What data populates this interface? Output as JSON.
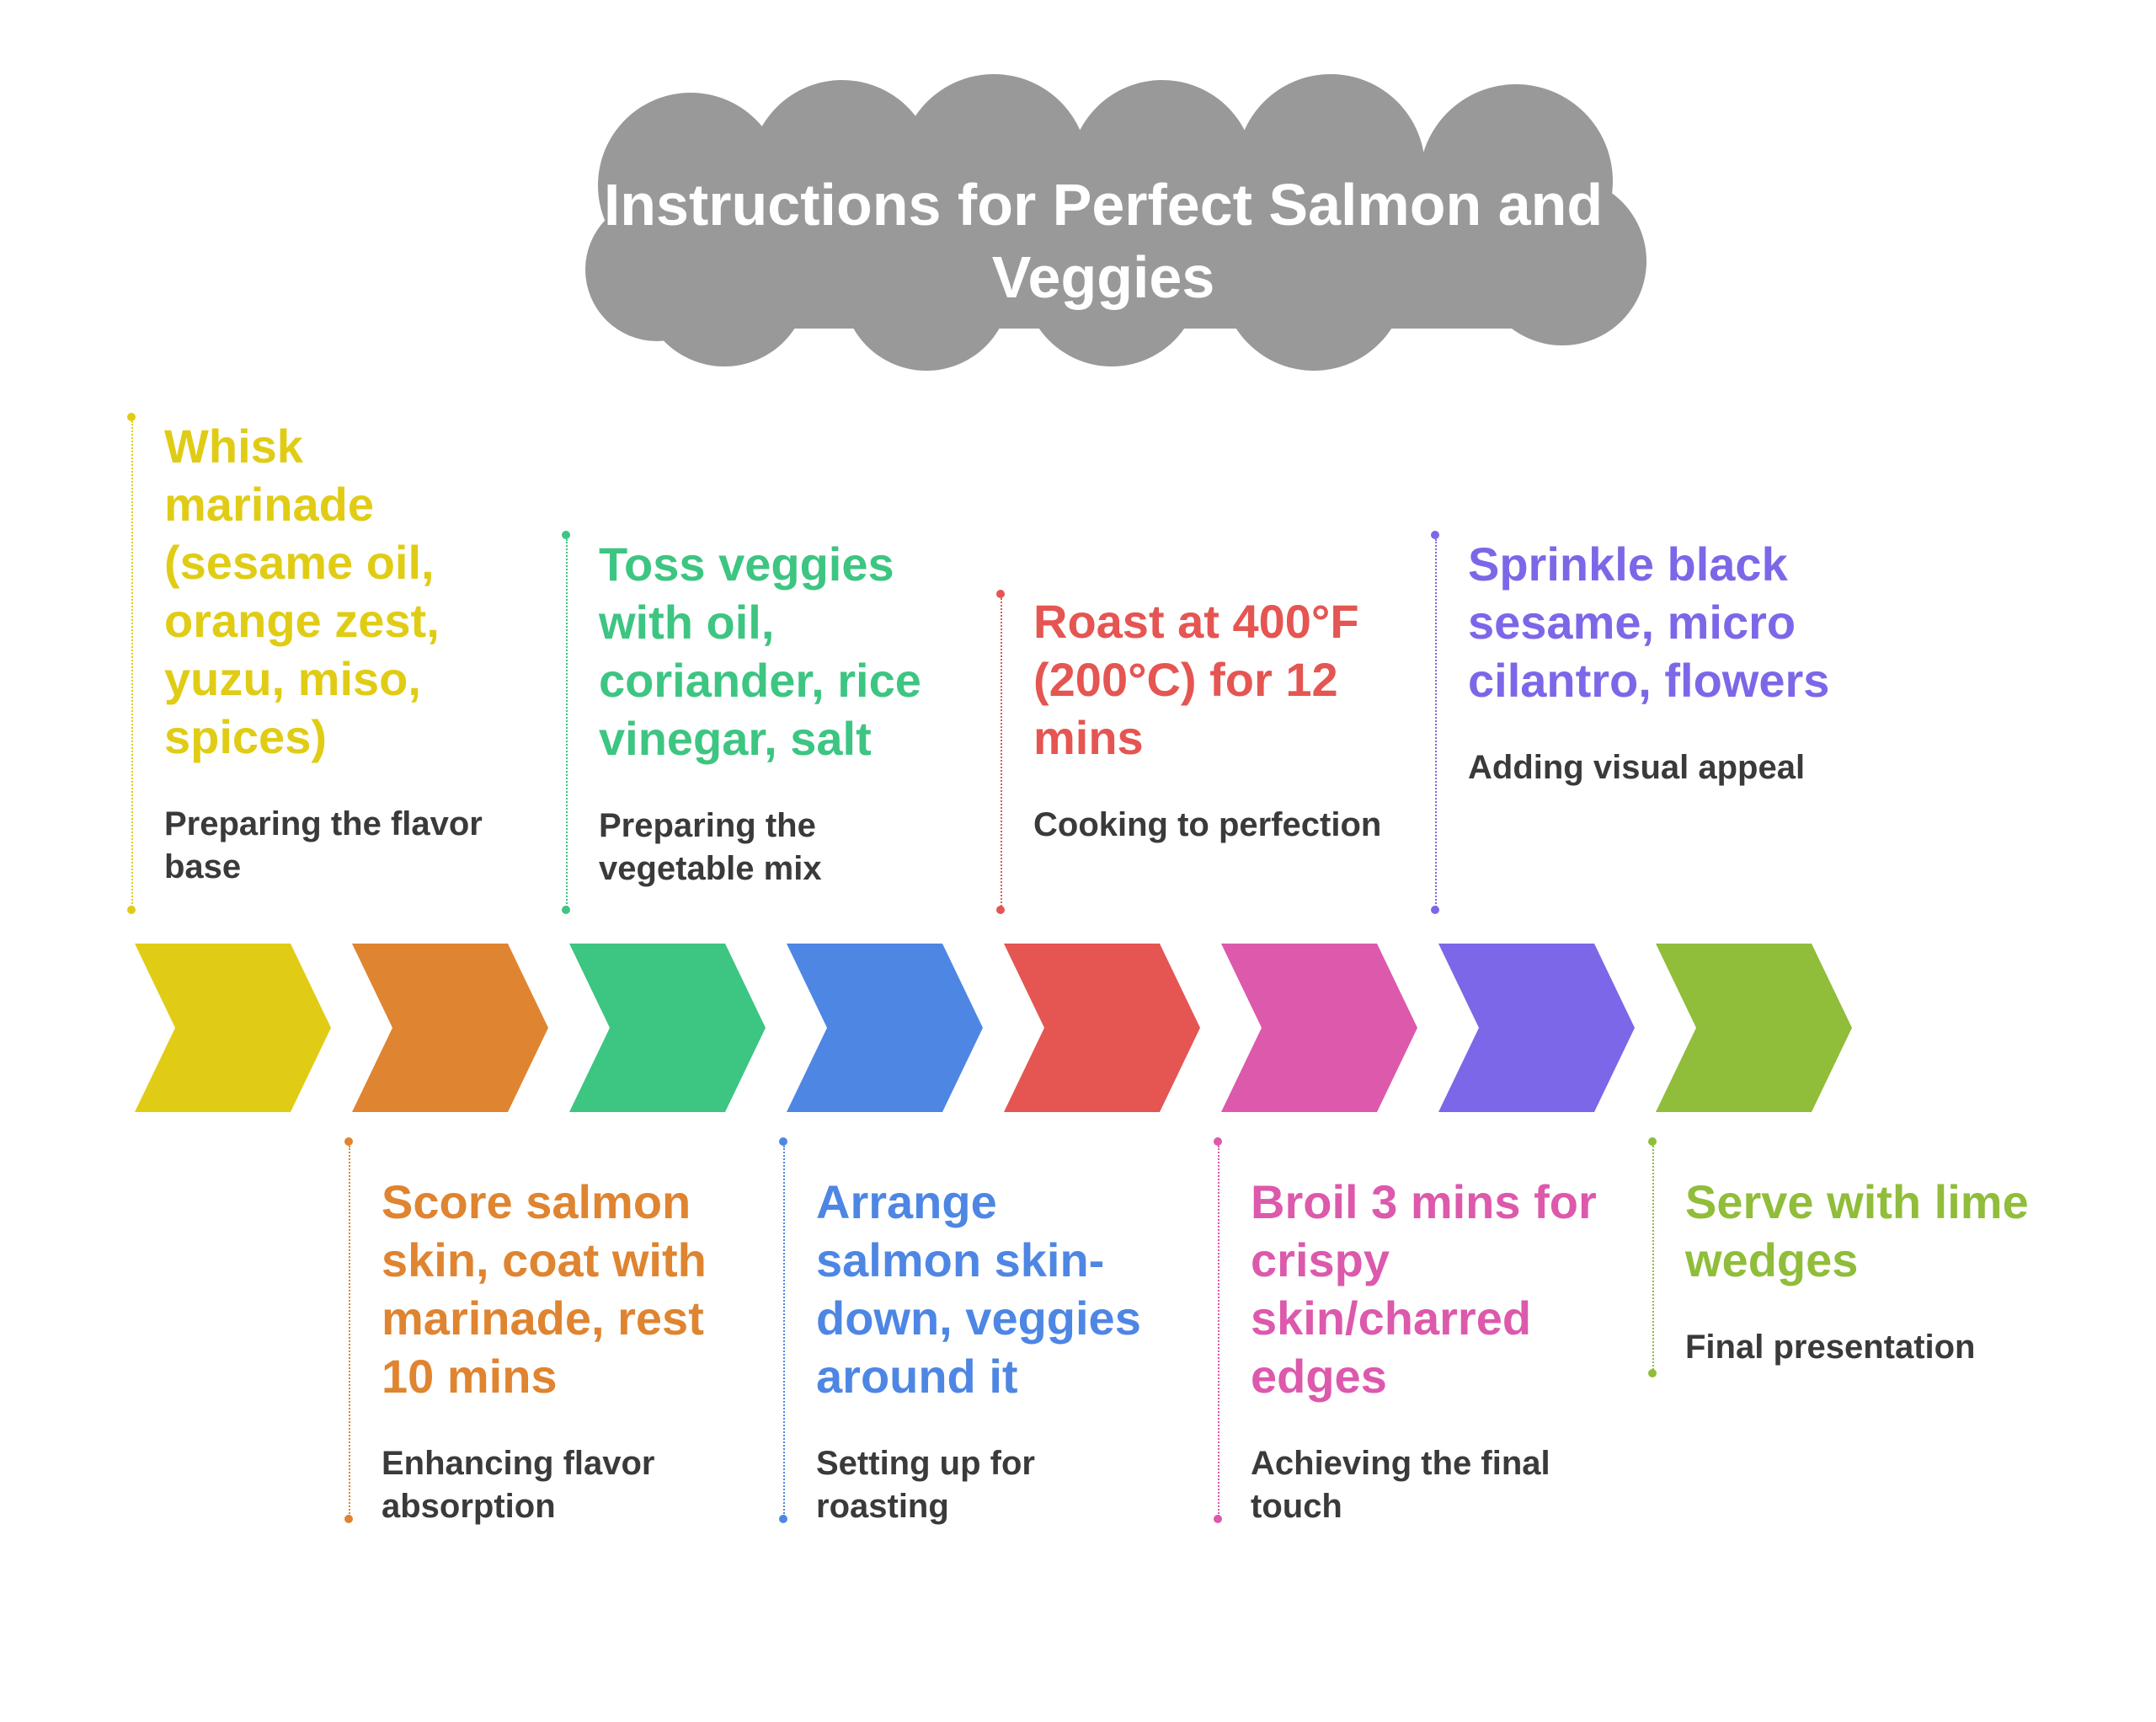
{
  "title": "Instructions for Perfect Salmon and Veggies",
  "colors": {
    "title_cloud": "#999999",
    "step1": "#E0CC14",
    "step2": "#DF8430",
    "step3": "#3DC582",
    "step4": "#4E86E4",
    "step5": "#E55552",
    "step6": "#DC59AC",
    "step7": "#7C67E8",
    "step8": "#90BD3A",
    "desc_text": "#3a3a3a"
  },
  "steps": [
    {
      "label": "Whisk marinade (sesame oil, orange zest, yuzu, miso, spices)",
      "desc": "Preparing the flavor base",
      "position": "top",
      "icon": "chevron-arrow"
    },
    {
      "label": "Score salmon skin, coat with marinade, rest 10 mins",
      "desc": "Enhancing flavor absorption",
      "position": "bottom",
      "icon": "chevron-arrow"
    },
    {
      "label": "Toss veggies with oil, coriander, rice vinegar, salt",
      "desc": "Preparing the vegetable mix",
      "position": "top",
      "icon": "chevron-arrow"
    },
    {
      "label": "Arrange salmon skin-down, veggies around it",
      "desc": "Setting up for roasting",
      "position": "bottom",
      "icon": "chevron-arrow"
    },
    {
      "label": "Roast at 400°F (200°C) for 12 mins",
      "desc": "Cooking to perfection",
      "position": "top",
      "icon": "chevron-arrow"
    },
    {
      "label": "Broil 3 mins for crispy skin/charred edges",
      "desc": "Achieving the final touch",
      "position": "bottom",
      "icon": "chevron-arrow"
    },
    {
      "label": "Sprinkle black sesame, micro cilantro, flowers",
      "desc": "Adding visual appeal",
      "position": "top",
      "icon": "chevron-arrow"
    },
    {
      "label": "Serve with lime wedges",
      "desc": "Final presentation",
      "position": "bottom",
      "icon": "chevron-arrow"
    }
  ]
}
